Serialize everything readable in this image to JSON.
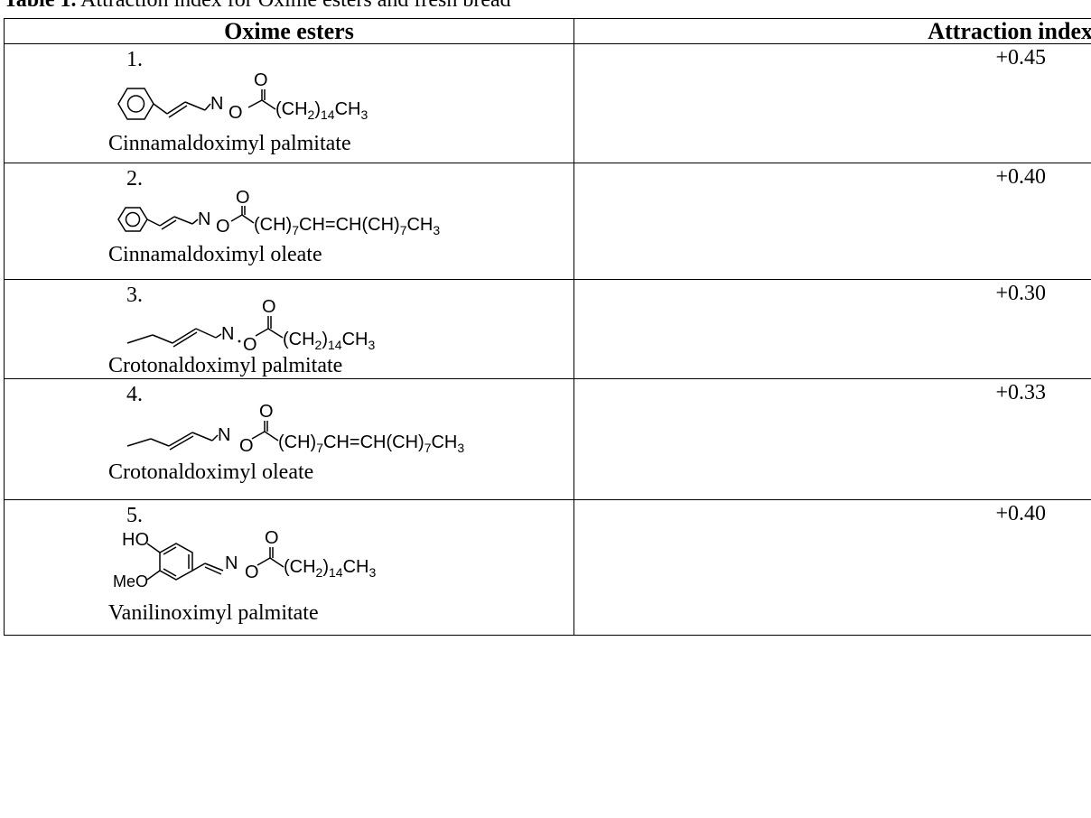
{
  "caption": {
    "label": "Table 1.",
    "text": " Attraction index for Oxime esters and fresh bread"
  },
  "table": {
    "headers": [
      "Oxime esters",
      "Attraction index"
    ],
    "rows": [
      {
        "number": "1.",
        "name": "Cinnamaldoximyl palmitate",
        "value": "+0.45",
        "chain": "(CH2)14CH3",
        "aldehyde": "cinnamyl"
      },
      {
        "number": "2.",
        "name": "Cinnamaldoximyl oleate",
        "value": "+0.40",
        "chain": "(CH)7CH=CH(CH)7CH3",
        "aldehyde": "cinnamyl"
      },
      {
        "number": "3.",
        "name": "Crotonaldoximyl palmitate",
        "value": "+0.30",
        "chain": "(CH2)14CH3",
        "aldehyde": "crotonyl"
      },
      {
        "number": "4.",
        "name": "Crotonaldoximyl oleate",
        "value": "+0.33",
        "chain": "(CH)7CH=CH(CH)7CH3",
        "aldehyde": "crotonyl"
      },
      {
        "number": "5.",
        "name": "Vanilinoximyl palmitate",
        "value": "+0.40",
        "chain": "(CH2)14CH3",
        "aldehyde": "vanillyl"
      }
    ]
  },
  "labels": {
    "N": "N",
    "O": "O",
    "HO": "HO",
    "MeO": "MeO",
    "palmitate_chain": [
      "(CH",
      "2",
      ")",
      "14",
      "CH",
      "3"
    ],
    "oleate_chain": [
      "(CH)",
      "7",
      "CH=CH(CH)",
      "7",
      "CH",
      "3"
    ]
  }
}
